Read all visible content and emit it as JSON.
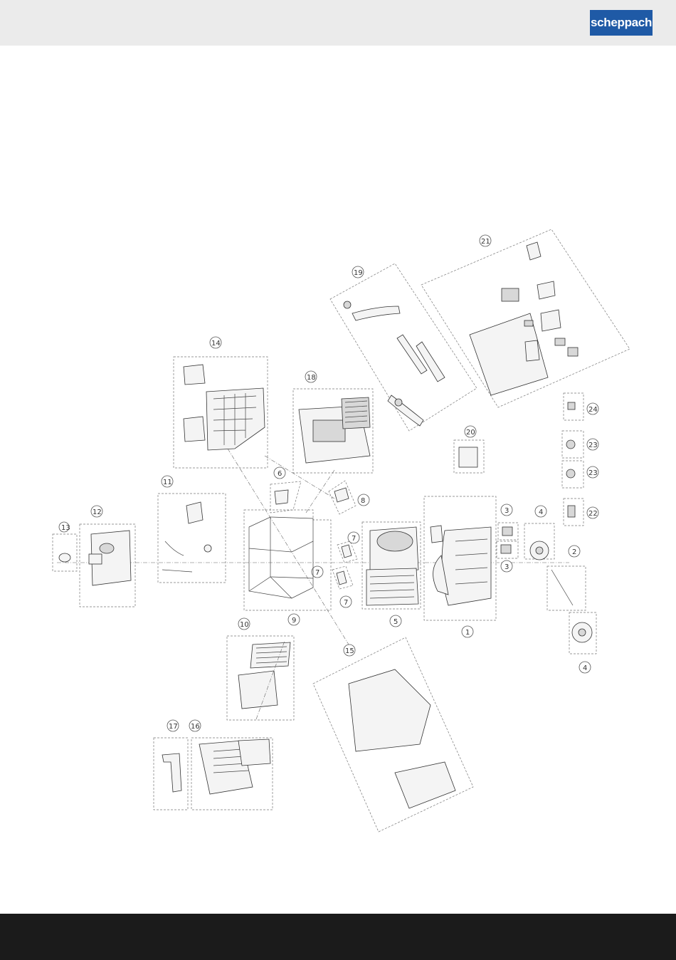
{
  "brand": {
    "logo_text": "scheppach",
    "logo_color": "#1f5aa6",
    "header_bg": "#ebebeb",
    "footer_bg": "#1b1b1b"
  },
  "diagram": {
    "groups": [
      "1",
      "2",
      "3",
      "3",
      "4",
      "4",
      "5",
      "6",
      "7",
      "7",
      "7",
      "8",
      "9",
      "10",
      "11",
      "12",
      "13",
      "14",
      "15",
      "16",
      "17",
      "18",
      "19",
      "20",
      "21",
      "22",
      "23",
      "23",
      "24"
    ]
  }
}
